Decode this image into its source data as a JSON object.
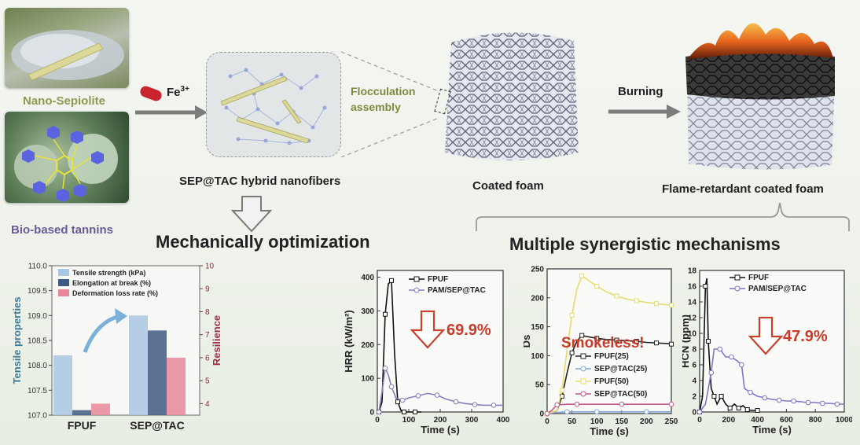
{
  "colors": {
    "green_label": "#8c9a50",
    "purple_label": "#6b5a9a",
    "flocc_label": "#7c8a3e",
    "red_arrow": "#c8402e",
    "red_text": "#c83a2a",
    "hexagon": "#5b63e0",
    "fibre": "#dcd89a",
    "network": "#8da0d8"
  },
  "top": {
    "nano_label": "Nano-Sepiolite",
    "tannin_label": "Bio-based tannins",
    "fe_label": "Fe",
    "fe_sup": "3+",
    "flocc_label_1": "Flocculation",
    "flocc_label_2": "assembly",
    "hybrid_label": "SEP@TAC hybrid nanofibers",
    "coated_label": "Coated foam",
    "burning_label": "Burning",
    "fr_label": "Flame-retardant coated foam",
    "mech_title": "Mechanically optimization",
    "syn_title": "Multiple synergistic mechanisms"
  },
  "chart_data": [
    {
      "type": "bar",
      "categories": [
        "FPUF",
        "SEP@TAC"
      ],
      "left_axis": {
        "label": "Tensile properties",
        "ylim": [
          107.0,
          110.0
        ],
        "ticks": [
          "107.0",
          "107.5",
          "108.0",
          "108.5",
          "109.0",
          "109.5",
          "110.0"
        ]
      },
      "right_axis": {
        "label": "Resilience",
        "ylim": [
          3.5,
          10
        ],
        "ticks": [
          "4",
          "5",
          "6",
          "7",
          "8",
          "9",
          "10"
        ]
      },
      "series": [
        {
          "name": "Tensile strength (kPa)",
          "values": [
            108.2,
            109.0
          ],
          "axis": "left",
          "color": "#a9c7e2"
        },
        {
          "name": "Elongation at break (%)",
          "values": [
            107.1,
            108.7
          ],
          "axis": "left",
          "color": "#3f5a82"
        },
        {
          "name": "Deformation loss rate (%)",
          "values": [
            4.0,
            6.0
          ],
          "axis": "right",
          "color": "#e8889a"
        }
      ]
    },
    {
      "type": "line",
      "xlabel": "Time (s)",
      "ylabel": "HRR (kW/m²)",
      "xlim": [
        0,
        400
      ],
      "ylim": [
        0,
        420
      ],
      "xticks": [
        "0",
        "100",
        "200",
        "300",
        "400"
      ],
      "yticks": [
        "0",
        "100",
        "200",
        "300",
        "400"
      ],
      "annotation": "69.9%",
      "series": [
        {
          "name": "FPUF",
          "color": "#111111",
          "x": [
            5,
            15,
            25,
            35,
            45,
            55,
            65,
            75,
            85,
            100,
            120,
            140
          ],
          "y": [
            0,
            30,
            290,
            380,
            390,
            170,
            30,
            5,
            0,
            0,
            0,
            0
          ]
        },
        {
          "name": "PAM/SEP@TAC",
          "color": "#8a7cbd",
          "x": [
            5,
            15,
            25,
            35,
            45,
            60,
            80,
            100,
            130,
            160,
            190,
            220,
            250,
            280,
            310,
            340,
            370,
            400
          ],
          "y": [
            0,
            60,
            130,
            110,
            75,
            40,
            35,
            42,
            48,
            55,
            50,
            38,
            30,
            25,
            22,
            20,
            20,
            20
          ]
        }
      ]
    },
    {
      "type": "line",
      "xlabel": "Time (s)",
      "ylabel": "Ds",
      "xlim": [
        0,
        250
      ],
      "ylim": [
        0,
        250
      ],
      "xticks": [
        "0",
        "50",
        "100",
        "150",
        "200",
        "250"
      ],
      "yticks": [
        "0",
        "50",
        "100",
        "150",
        "200",
        "250"
      ],
      "annotation": "Smokeless!",
      "series": [
        {
          "name": "FPUF(25)",
          "color": "#222222",
          "x": [
            0,
            20,
            30,
            40,
            50,
            60,
            70,
            80,
            100,
            120,
            140,
            160,
            180,
            200,
            220,
            240,
            250
          ],
          "y": [
            0,
            5,
            30,
            70,
            105,
            125,
            135,
            133,
            130,
            128,
            127,
            126,
            125,
            123,
            122,
            121,
            120
          ]
        },
        {
          "name": "SEP@TAC(25)",
          "color": "#7fa8d8",
          "x": [
            0,
            20,
            40,
            60,
            100,
            150,
            200,
            250
          ],
          "y": [
            0,
            2,
            3,
            3,
            3,
            3,
            3,
            3
          ]
        },
        {
          "name": "FPUF(50)",
          "color": "#e6dc6e",
          "x": [
            0,
            20,
            30,
            40,
            50,
            60,
            70,
            80,
            100,
            120,
            140,
            160,
            180,
            200,
            220,
            240,
            250
          ],
          "y": [
            0,
            5,
            40,
            110,
            170,
            215,
            238,
            232,
            220,
            210,
            203,
            198,
            195,
            192,
            190,
            188,
            187
          ]
        },
        {
          "name": "SEP@TAC(50)",
          "color": "#c05a8a",
          "x": [
            0,
            10,
            20,
            40,
            60,
            100,
            150,
            200,
            250
          ],
          "y": [
            0,
            6,
            15,
            16,
            16,
            16,
            16,
            16,
            16
          ]
        }
      ]
    },
    {
      "type": "line",
      "xlabel": "Time (s)",
      "ylabel": "HCN (ppm)",
      "xlim": [
        0,
        1000
      ],
      "ylim": [
        0,
        18
      ],
      "xticks": [
        "0",
        "200",
        "400",
        "600",
        "800",
        "1000"
      ],
      "yticks": [
        "0",
        "2",
        "4",
        "6",
        "8",
        "10",
        "12",
        "14",
        "16",
        "18"
      ],
      "annotation": "47.9%",
      "series": [
        {
          "name": "FPUF",
          "color": "#111111",
          "x": [
            0,
            20,
            40,
            50,
            60,
            80,
            100,
            120,
            150,
            180,
            210,
            240,
            270,
            300,
            330,
            360,
            400
          ],
          "y": [
            0,
            2,
            16,
            17,
            9,
            3,
            2,
            1,
            2,
            1,
            0.5,
            1,
            0.5,
            0.8,
            0.3,
            0.2,
            0.2
          ]
        },
        {
          "name": "PAM/SEP@TAC",
          "color": "#7e76c8",
          "x": [
            0,
            40,
            80,
            100,
            140,
            180,
            220,
            260,
            290,
            310,
            350,
            400,
            450,
            500,
            550,
            600,
            650,
            700,
            750,
            800,
            850,
            900,
            950,
            1000
          ],
          "y": [
            0,
            1,
            5,
            8,
            8,
            7,
            7,
            6.5,
            6,
            3,
            2.5,
            2,
            1.8,
            1.6,
            1.5,
            1.4,
            1.4,
            1.3,
            1.2,
            1.2,
            1.1,
            1.1,
            1,
            1
          ]
        }
      ]
    }
  ]
}
